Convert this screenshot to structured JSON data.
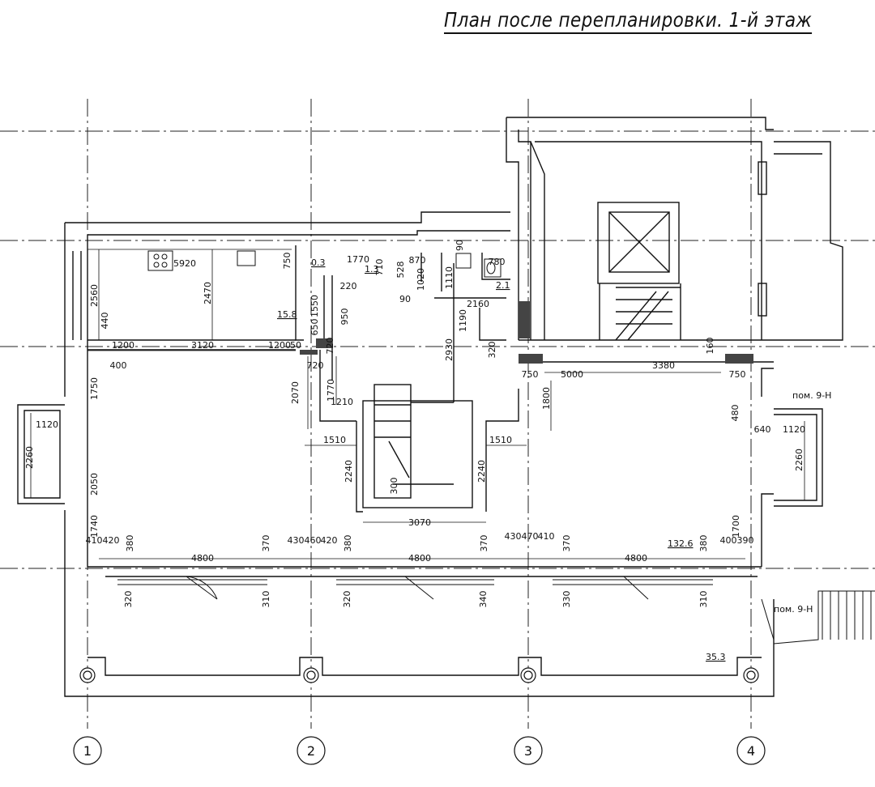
{
  "title": "План после перепланировки. 1-й этаж",
  "axes": [
    "1",
    "2",
    "3",
    "4"
  ],
  "room_labels": {
    "room_9h_upper": "пом. 9-Н",
    "room_9h_lower": "пом. 9-Н"
  },
  "areas": {
    "kitchen": "15.8",
    "hall": "132.6",
    "terrace": "35.3",
    "corridor": "0.3",
    "bath_small": "1.3",
    "wc": "2.1"
  },
  "dims": {
    "d5920": "5920",
    "d750a": "750",
    "d1770a": "1770",
    "d710": "710",
    "d528": "528",
    "d870": "870",
    "d90a": "90",
    "d780": "780",
    "d2560": "2560",
    "d2470": "2470",
    "d220": "220",
    "d1550": "1550",
    "d650": "650",
    "d950": "950",
    "d90b": "90",
    "d1020": "1020",
    "d1110": "1110",
    "d2160": "2160",
    "d1190": "1190",
    "d440": "440",
    "d1200a": "1200",
    "d3120": "3120",
    "d1200b": "1200",
    "d50": "50",
    "d400": "400",
    "d720a": "720",
    "d720b": "720",
    "d2930": "2930",
    "d320a": "320",
    "d160": "160",
    "d750b": "750",
    "d5000": "5000",
    "d3380": "3380",
    "d750c": "750",
    "d1800": "1800",
    "d1750": "1750",
    "d2070": "2070",
    "d1770b": "1770",
    "d1210": "1210",
    "d480": "480",
    "d1120a": "1120",
    "d1510a": "1510",
    "d1510b": "1510",
    "d640": "640",
    "d1120b": "1120",
    "d2260a": "2260",
    "d2240a": "2240",
    "d300": "300",
    "d2240b": "2240",
    "d2260b": "2260",
    "d2050": "2050",
    "d1740": "1740",
    "d3070": "3070",
    "d1700": "1700",
    "d410a": "410",
    "d420a": "420",
    "d380a": "380",
    "d370a": "370",
    "d430a": "430",
    "d460": "460",
    "d420b": "420",
    "d380b": "380",
    "d370b": "370",
    "d430b": "430",
    "d470": "470",
    "d410b": "410",
    "d370c": "370",
    "d380c": "380",
    "d400b": "400",
    "d390": "390",
    "d4800a": "4800",
    "d4800b": "4800",
    "d4800c": "4800",
    "d320b": "320",
    "d310a": "310",
    "d320c": "320",
    "d340": "340",
    "d330": "330",
    "d310b": "310"
  }
}
